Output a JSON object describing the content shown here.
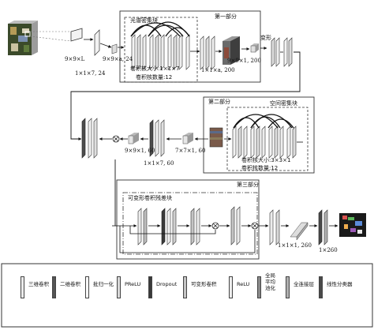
{
  "input_label": "9×9×L",
  "stage1": {
    "shape_a": "1×1×7, 24",
    "shape_b": "9×9×a, 24",
    "block_title": "光谱密集块",
    "kernel_size": "卷积核大小:1×1×7",
    "kernel_count": "卷积核数量:12",
    "shape_c": "1×1×a, 200",
    "shape_d": "9×9×1, 200",
    "reshape": "变形",
    "section": "第一部分"
  },
  "stage2": {
    "section": "第二部分",
    "block_title": "空间密集块",
    "kernel_size": "卷积核大小:3×3×1",
    "kernel_count": "卷积核数量:12",
    "shape_a": "9×9×1, 60",
    "shape_b": "7×7×1, 60",
    "shape_c": "1×1×7, 60"
  },
  "stage3": {
    "section": "第三部分",
    "block_title": "可变形卷积残差块",
    "shape_a": "1×1×1, 260",
    "shape_b": "1×260"
  },
  "legend": [
    {
      "label": "三维卷积",
      "color": "#ebebeb"
    },
    {
      "label": "二维卷积",
      "color": "#555555"
    },
    {
      "label": "批归一化",
      "color": "#ffffff"
    },
    {
      "label": "PReLU",
      "color": "#d9d9d9"
    },
    {
      "label": "Dropout",
      "color": "#3a3a3a"
    },
    {
      "label": "可变形卷积",
      "color": "#c4c4c4"
    },
    {
      "label": "ReLU",
      "color": "#ececec"
    },
    {
      "label": "全局\n平均\n池化",
      "color": "#8a8a8a"
    },
    {
      "label": "全连接层",
      "color": "#b0b0b0"
    },
    {
      "label": "线性分类器",
      "color": "#4a4a4a"
    }
  ]
}
